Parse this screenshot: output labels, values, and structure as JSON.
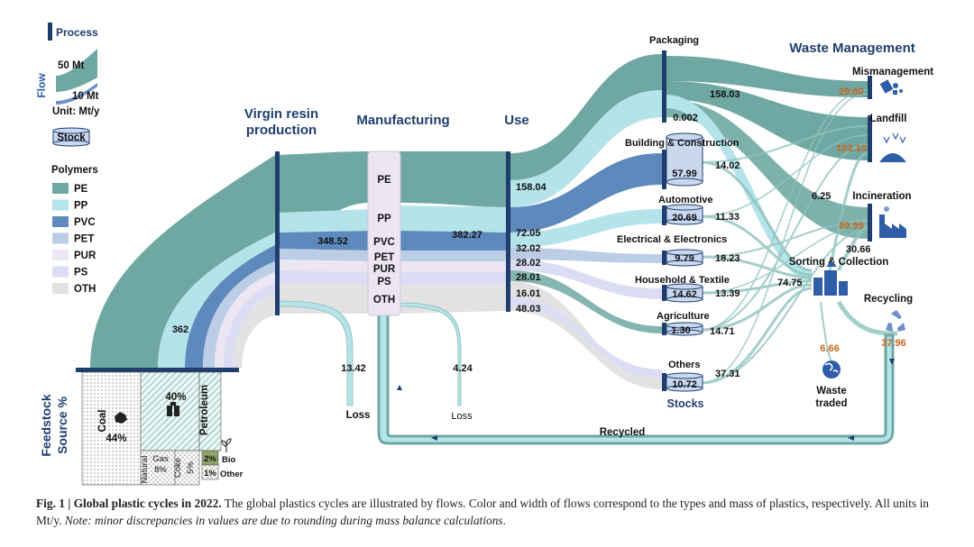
{
  "legend": {
    "process": "Process",
    "flow": "Flow",
    "flow_big": "50 Mt",
    "flow_small": "10 Mt",
    "unit": "Unit: Mt/y",
    "stock": "Stock",
    "polymers_title": "Polymers",
    "polymers": [
      {
        "name": "PE",
        "color": "#6fa8a2"
      },
      {
        "name": "PP",
        "color": "#b5e3ea"
      },
      {
        "name": "PVC",
        "color": "#5e89bd"
      },
      {
        "name": "PET",
        "color": "#bccde6"
      },
      {
        "name": "PUR",
        "color": "#ece6f2"
      },
      {
        "name": "PS",
        "color": "#dcdcf4"
      },
      {
        "name": "OTH",
        "color": "#e2e2e2"
      }
    ]
  },
  "headers": {
    "virgin_1": "Virgin resin",
    "virgin_2": "production",
    "manufacturing": "Manufacturing",
    "use": "Use",
    "waste_management": "Waste Management",
    "stocks": "Stocks"
  },
  "manufacturing_polymers": [
    "PE",
    "PP",
    "PVC",
    "PET",
    "PUR",
    "PS",
    "OTH"
  ],
  "flow_values": {
    "virgin_in": "362",
    "virgin_out": "348.52",
    "loss_virgin": "13.42",
    "manufacturing_out": "382.27",
    "loss_manufacturing": "4.24",
    "loss_label": "Loss",
    "recycled_label": "Recycled"
  },
  "use_sectors": [
    {
      "name": "Packaging",
      "in": "158.04",
      "stock": "0.002",
      "out": "158.03"
    },
    {
      "name": "Building & Construction",
      "in": "72.05",
      "stock": "57.99",
      "out": "14.02"
    },
    {
      "name": "Automotive",
      "in": "32.02",
      "stock": "20.69",
      "out": "11.33"
    },
    {
      "name": "Electrical & Electronics",
      "in": "28.02",
      "stock": "9.79",
      "out": "18.23"
    },
    {
      "name": "Household & Textile",
      "in": "28.01",
      "stock": "14.62",
      "out": "13.39"
    },
    {
      "name": "Agriculture",
      "in": "16.01",
      "stock": "1.30",
      "out": "14.71"
    },
    {
      "name": "Others",
      "in": "48.03",
      "stock": "10.72",
      "out": "37.31"
    }
  ],
  "waste": {
    "mismanagement": {
      "label": "Mismanagement",
      "value": "29.60"
    },
    "landfill": {
      "label": "Landfill",
      "value": "103.10"
    },
    "incineration": {
      "label": "Incineration",
      "value": "89.99"
    },
    "sorting": {
      "label": "Sorting & Collection",
      "in": "74.75",
      "to_landfill": "6.25",
      "to_incineration": "30.66"
    },
    "recycling": {
      "label": "Recycling",
      "value": "37.96"
    },
    "waste_traded": {
      "label_1": "Waste",
      "label_2": "traded",
      "value": "6.66"
    }
  },
  "feedstock": {
    "title_1": "Feedstock",
    "title_2": "Source %",
    "coal": "Coal",
    "coal_pct": "44%",
    "petroleum": "Petroleum",
    "petroleum_pct": "40%",
    "natural_1": "Natural",
    "natural_2": "Gas",
    "natural_pct": "8%",
    "coke": "Coke",
    "coke_pct": "5%",
    "bio": "Bio",
    "bio_pct": "2%",
    "other": "Other",
    "other_pct": "1%"
  },
  "caption": {
    "title": "Fig. 1 | Global plastic cycles in 2022.",
    "body": " The global plastics cycles are illustrated by flows. Color and width of flows correspond to the types and mass of plastics, respectively. All units in Mt/y. ",
    "note": "Note: minor discrepancies in values are due to rounding during mass balance calculations",
    "end": "."
  }
}
